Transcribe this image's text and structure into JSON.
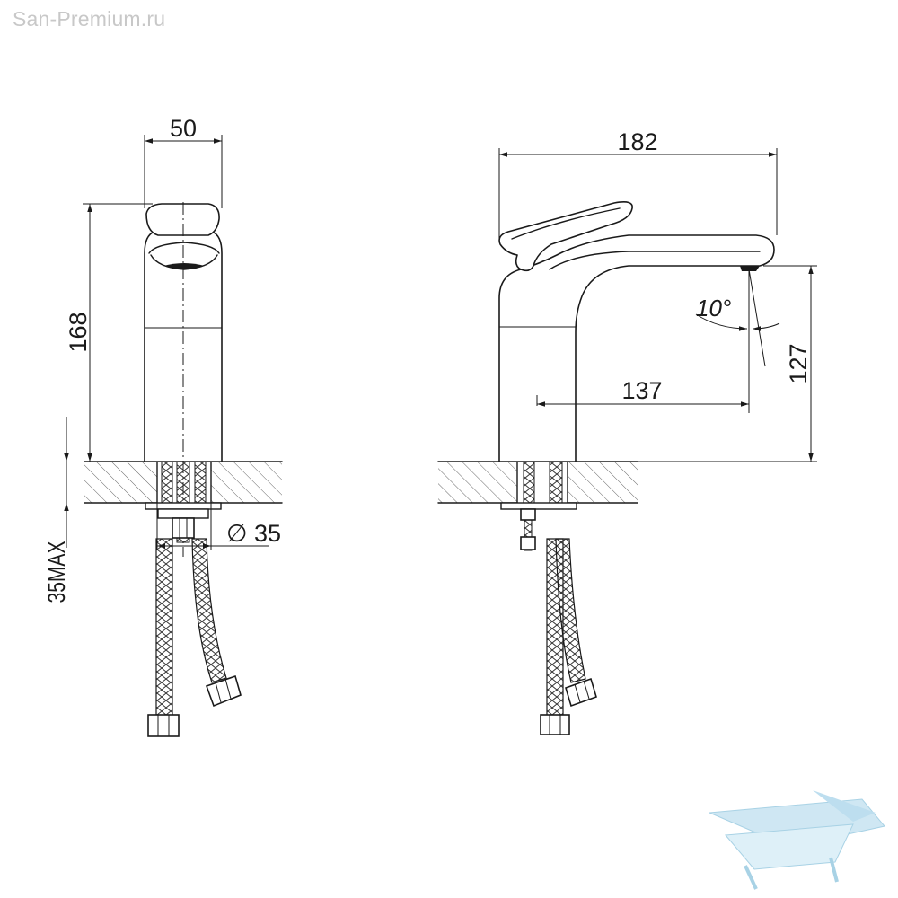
{
  "watermark": {
    "text": "San-Premium.ru"
  },
  "front_view": {
    "width_label": "50",
    "height_label": "168",
    "mount_label": "35MAX",
    "hole_label": "∅ 35"
  },
  "side_view": {
    "length_label": "182",
    "reach_label": "137",
    "spout_height_label": "127",
    "angle_label": "10°"
  },
  "colors": {
    "line": "#1a1a1a",
    "hatch": "#555555",
    "watermark": "#c8c8c8",
    "logo": "#a8d4ea"
  },
  "icons": {
    "logo": "bathtub-logo-icon"
  }
}
